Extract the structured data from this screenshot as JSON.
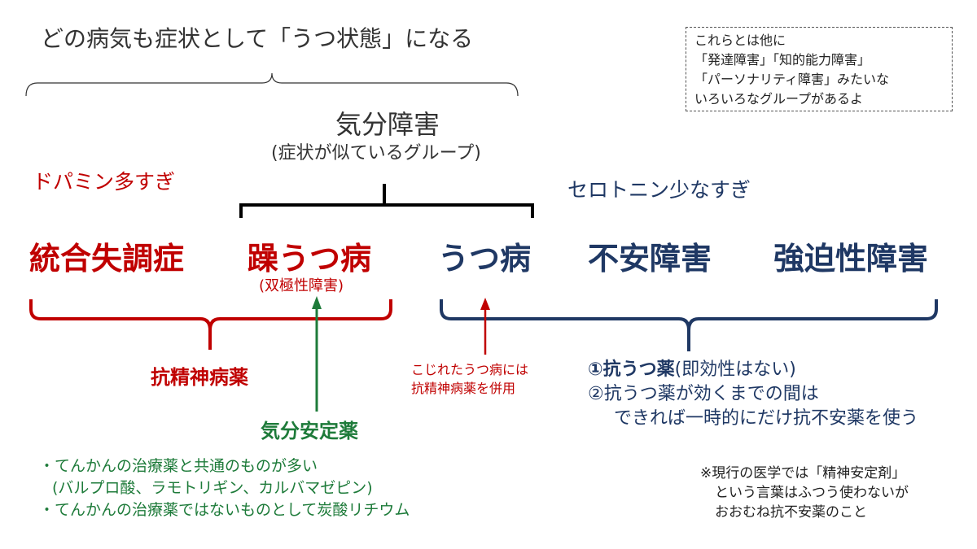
{
  "top_title": "どの病気も症状として「うつ状態」になる",
  "note_box": {
    "lines": [
      "これらとは他に",
      "「発達障害」「知的能力障害」",
      "「パーソナリティ障害」みたいな",
      "いろいろなグループがあるよ"
    ]
  },
  "group": {
    "title": "気分障害",
    "subtitle": "(症状が似ているグループ)"
  },
  "dopamine_label": "ドパミン多すぎ",
  "serotonin_label": "セロトニン少なすぎ",
  "disorders": {
    "schizophrenia": "統合失調症",
    "bipolar": "躁うつ病",
    "bipolar_sub": "(双極性障害)",
    "depression": "うつ病",
    "anxiety": "不安障害",
    "ocd": "強迫性障害"
  },
  "antipsychotic": "抗精神病薬",
  "kojire": {
    "line1": "こじれたうつ病には",
    "line2": "抗精神病薬を併用"
  },
  "antidepressant": {
    "line1_bold": "①抗うつ薬",
    "line1_rest": "(即効性はない)",
    "line2": "②抗うつ薬が効くまでの間は",
    "line3": "できれば一時的にだけ抗不安薬を使う"
  },
  "mood_stabilizer": "気分安定薬",
  "green_notes": {
    "line1": "・てんかんの治療薬と共通のものが多い",
    "line2": "(バルプロ酸、ラモトリギン、カルバマゼピン)",
    "line3": "・てんかんの治療薬ではないものとして炭酸リチウム"
  },
  "remark": {
    "line1": "※現行の医学では「精神安定剤」",
    "line2": "という言葉はふつう使わないが",
    "line3": "おおむね抗不安薬のこと"
  },
  "colors": {
    "red": "#c00000",
    "navy": "#1f3864",
    "green": "#1e7b3a",
    "black": "#000000"
  }
}
